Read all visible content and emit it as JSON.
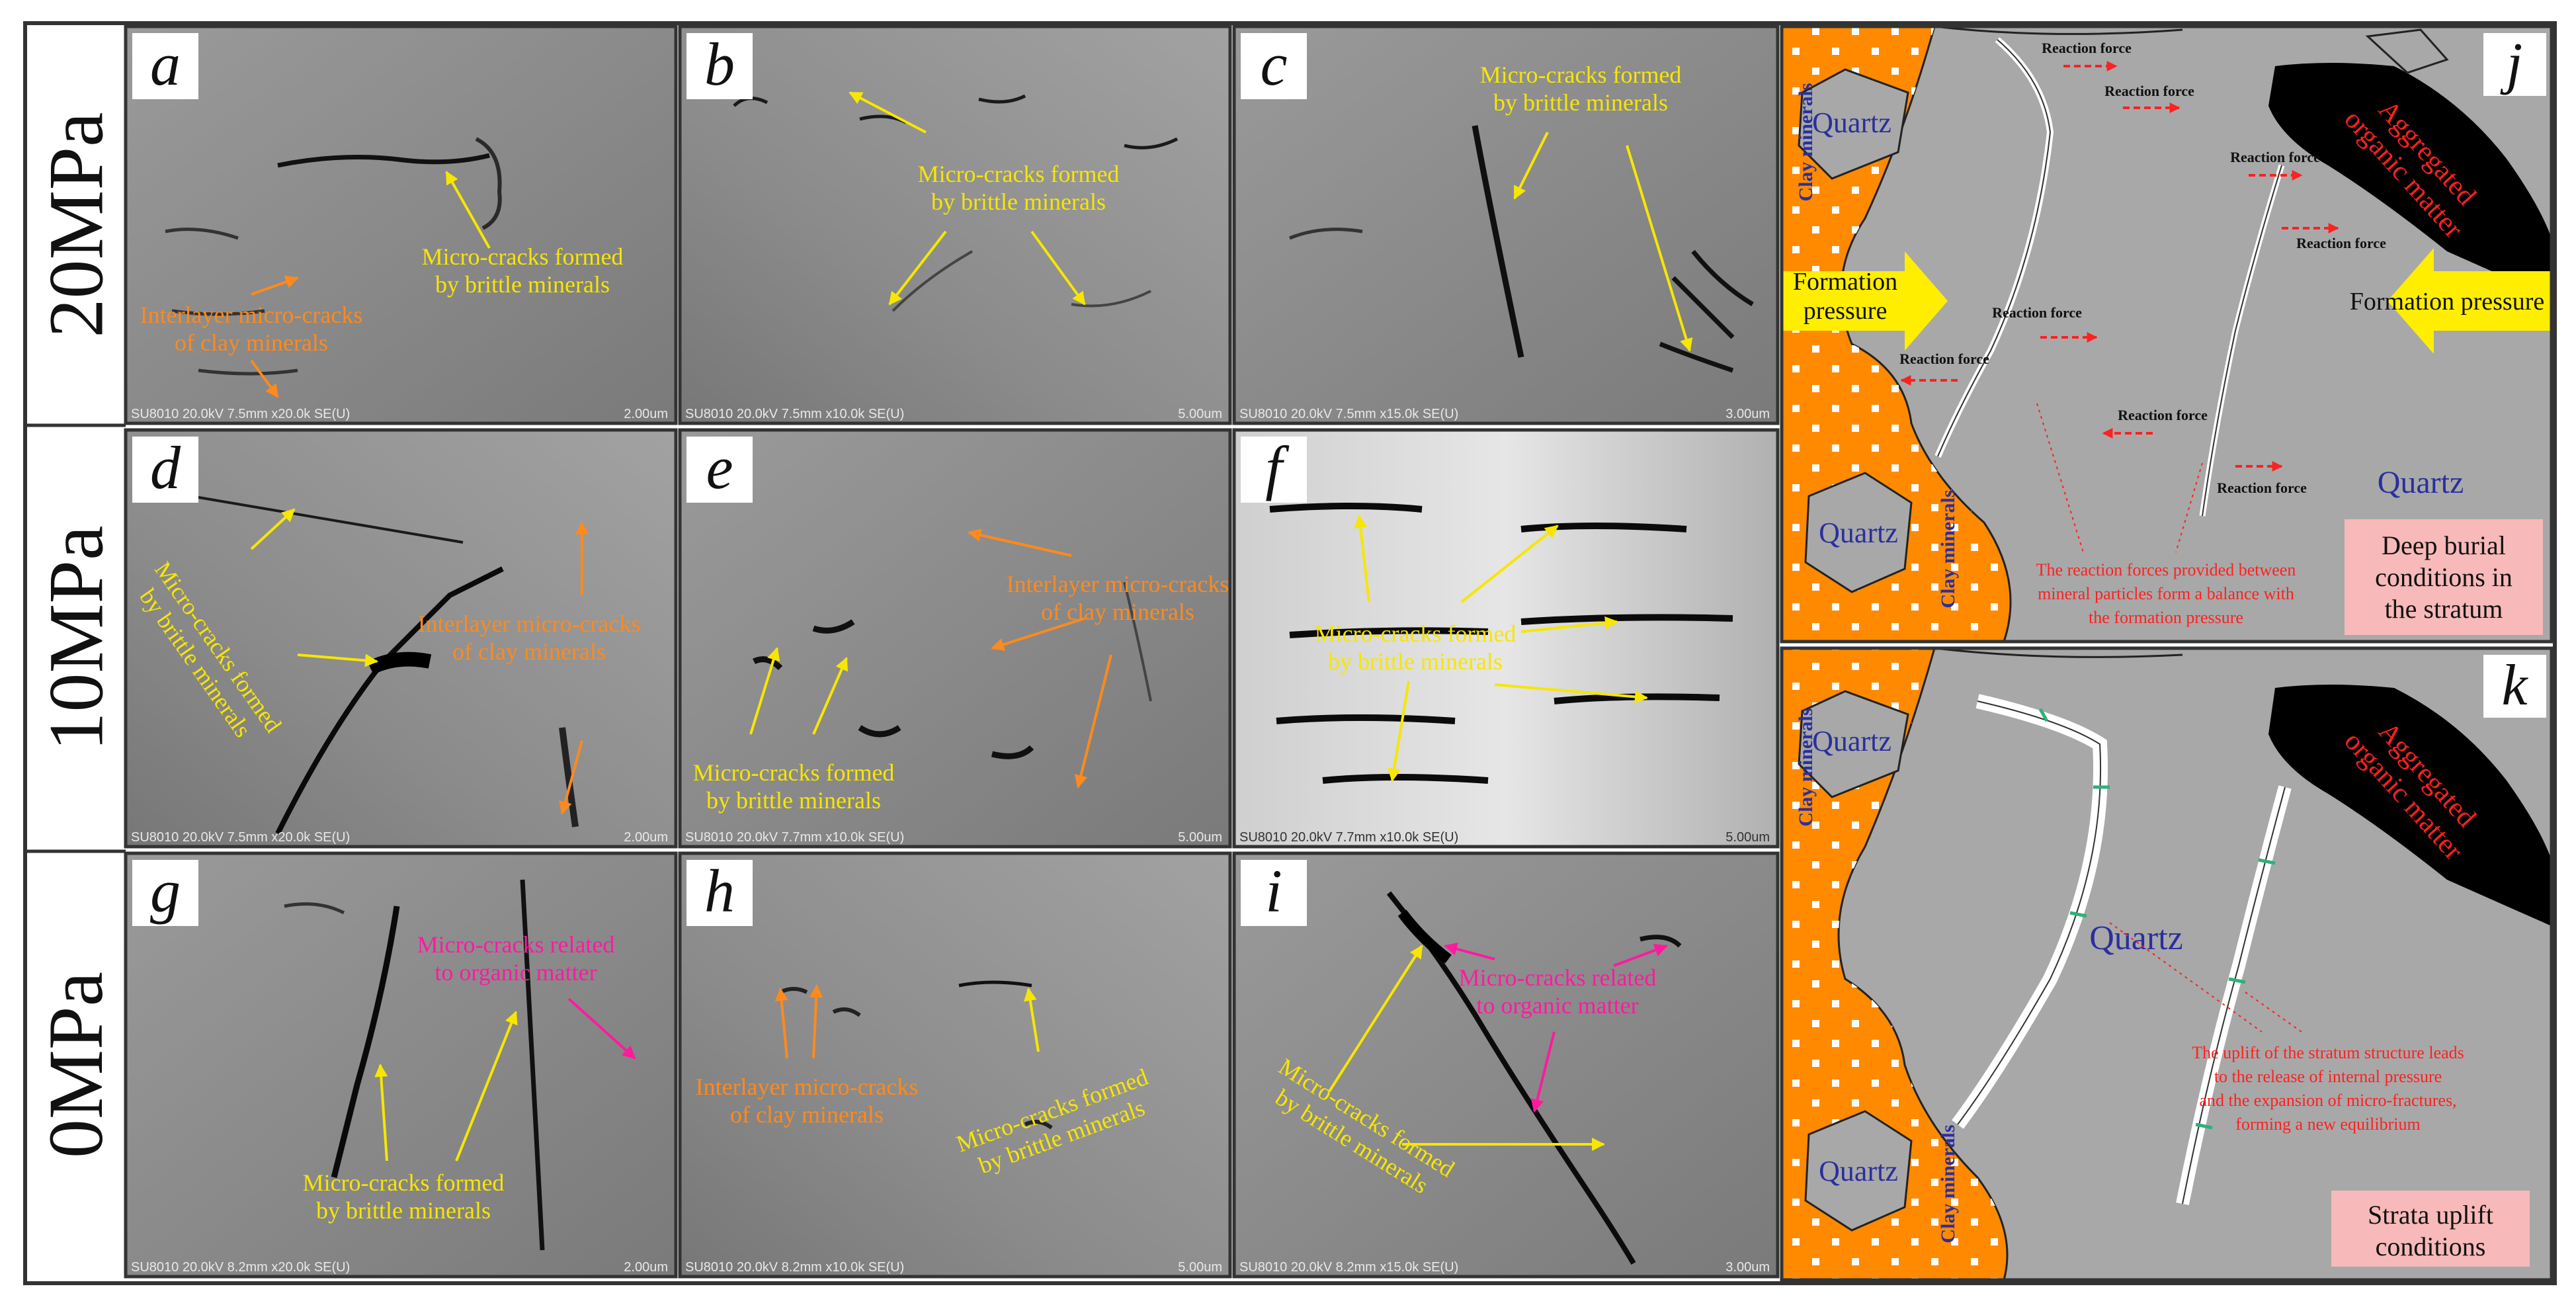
{
  "row_labels": [
    "20MPa",
    "10MPa",
    "0MPa"
  ],
  "sem_panels": [
    {
      "letter": "a",
      "footer": "SU8010 20.0kV 7.5mm x20.0k SE(U)",
      "scale": "2.00um",
      "annotations": [
        {
          "text": [
            "Micro-cracks formed",
            "by brittle minerals"
          ],
          "color": "yellow"
        },
        {
          "text": [
            "Interlayer micro-cracks",
            "of clay minerals"
          ],
          "color": "orange"
        }
      ]
    },
    {
      "letter": "b",
      "footer": "SU8010 20.0kV 7.5mm x10.0k SE(U)",
      "scale": "5.00um",
      "annotations": [
        {
          "text": [
            "Micro-cracks formed",
            "by brittle minerals"
          ],
          "color": "yellow"
        }
      ]
    },
    {
      "letter": "c",
      "footer": "SU8010 20.0kV 7.5mm x15.0k SE(U)",
      "scale": "3.00um",
      "annotations": [
        {
          "text": [
            "Micro-cracks formed",
            "by brittle minerals"
          ],
          "color": "yellow"
        }
      ]
    },
    {
      "letter": "d",
      "footer": "SU8010 20.0kV 7.5mm x20.0k SE(U)",
      "scale": "2.00um",
      "annotations": [
        {
          "text": [
            "Micro-cracks formed",
            "by brittle minerals"
          ],
          "color": "yellow"
        },
        {
          "text": [
            "Interlayer micro-cracks",
            "of clay minerals"
          ],
          "color": "orange"
        }
      ]
    },
    {
      "letter": "e",
      "footer": "SU8010 20.0kV 7.7mm x10.0k SE(U)",
      "scale": "5.00um",
      "annotations": [
        {
          "text": [
            "Interlayer micro-cracks",
            "of clay minerals"
          ],
          "color": "orange"
        },
        {
          "text": [
            "Micro-cracks formed",
            "by brittle minerals"
          ],
          "color": "yellow"
        }
      ]
    },
    {
      "letter": "f",
      "footer": "SU8010 20.0kV 7.7mm x10.0k SE(U)",
      "scale": "5.00um",
      "annotations": [
        {
          "text": [
            "Micro-cracks formed",
            "by brittle minerals"
          ],
          "color": "yellow"
        }
      ]
    },
    {
      "letter": "g",
      "footer": "SU8010 20.0kV 8.2mm x20.0k SE(U)",
      "scale": "2.00um",
      "annotations": [
        {
          "text": [
            "Micro-cracks related",
            "to organic matter"
          ],
          "color": "magenta"
        },
        {
          "text": [
            "Micro-cracks formed",
            "by brittle minerals"
          ],
          "color": "yellow"
        }
      ]
    },
    {
      "letter": "h",
      "footer": "SU8010 20.0kV 8.2mm x10.0k SE(U)",
      "scale": "5.00um",
      "annotations": [
        {
          "text": [
            "Interlayer micro-cracks",
            "of clay minerals"
          ],
          "color": "orange"
        },
        {
          "text": [
            "Micro-cracks formed",
            "by brittle minerals"
          ],
          "color": "yellow"
        }
      ]
    },
    {
      "letter": "i",
      "footer": "SU8010 20.0kV 8.2mm x15.0k SE(U)",
      "scale": "3.00um",
      "annotations": [
        {
          "text": [
            "Micro-cracks related",
            "to organic matter"
          ],
          "color": "magenta"
        },
        {
          "text": [
            "Micro-cracks formed",
            "by brittle minerals"
          ],
          "color": "yellow"
        }
      ]
    }
  ],
  "schematic_j": {
    "letter": "j",
    "quartz": "Quartz",
    "clay": "Clay minerals",
    "organic": [
      "Aggregated",
      "organic matter"
    ],
    "pressure_left": [
      "Formation",
      "pressure"
    ],
    "pressure_right": "Formation pressure",
    "reaction_force": "Reaction force",
    "note": [
      "The reaction forces provided between",
      "mineral particles form a balance with",
      "the formation pressure"
    ],
    "condition": [
      "Deep burial",
      "conditions in",
      "the stratum"
    ]
  },
  "schematic_k": {
    "letter": "k",
    "quartz": "Quartz",
    "clay": "Clay minerals",
    "organic": [
      "Aggregated",
      "organic matter"
    ],
    "note": [
      "The uplift of the stratum structure leads",
      "to the release of internal pressure",
      "and the expansion of micro-fractures,",
      "forming a new equilibrium"
    ],
    "condition": [
      "Strata uplift",
      "conditions"
    ]
  },
  "colors": {
    "yellow": "#f7e600",
    "orange": "#ff8a1c",
    "magenta": "#ff1aa0",
    "clay_fill": "#ff8a00",
    "quartz_fill": "#a8a8a8",
    "quartz_text": "#2a2f9e",
    "organic_fill": "#000000",
    "red": "#ff2020",
    "condition_box": "#f7b9b9",
    "arrow_yellow": "#ffee00"
  }
}
